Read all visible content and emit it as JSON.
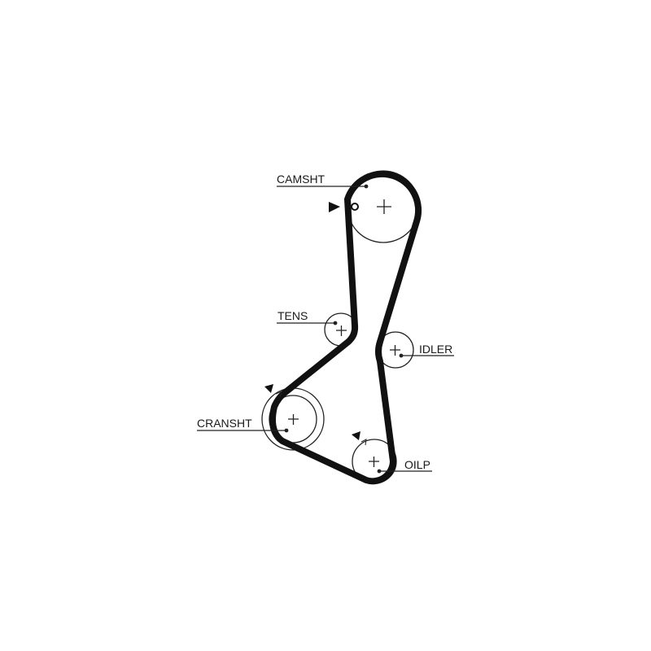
{
  "labels": {
    "camshaft": "CAMSHT",
    "tensioner": "TENS",
    "idler": "IDLER",
    "crankshaft": "CRANSHT",
    "oil_pump": "OILP"
  },
  "colors": {
    "belt": "#111111",
    "pulley": "#222222",
    "background": "#ffffff"
  }
}
